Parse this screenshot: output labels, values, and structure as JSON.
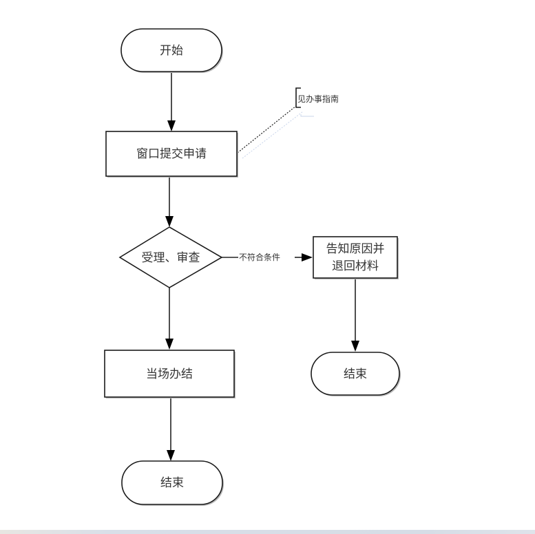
{
  "diagram": {
    "type": "flowchart",
    "nodes": {
      "start": {
        "label": "开始",
        "shape": "terminator"
      },
      "submit": {
        "label": "窗口提交申请",
        "shape": "process"
      },
      "review": {
        "label": "受理、审查",
        "shape": "decision"
      },
      "done_on_site": {
        "label": "当场办结",
        "shape": "process"
      },
      "end_main": {
        "label": "结束",
        "shape": "terminator"
      },
      "reject": {
        "line1": "告知原因并",
        "line2": "退回材料",
        "shape": "process"
      },
      "end_reject": {
        "label": "结束",
        "shape": "terminator"
      }
    },
    "annotation": {
      "label": "见办事指南",
      "attached_to": "submit"
    },
    "edges": [
      {
        "from": "start",
        "to": "submit",
        "label": ""
      },
      {
        "from": "submit",
        "to": "review",
        "label": ""
      },
      {
        "from": "review",
        "to": "done_on_site",
        "label": ""
      },
      {
        "from": "done_on_site",
        "to": "end_main",
        "label": ""
      },
      {
        "from": "review",
        "to": "reject",
        "label": "不符合条件"
      },
      {
        "from": "reject",
        "to": "end_reject",
        "label": ""
      }
    ]
  },
  "colors": {
    "stroke": "#1a1a1a",
    "text": "#333333",
    "fill": "#ffffff",
    "bottom_strip": "#d9dfe8"
  }
}
